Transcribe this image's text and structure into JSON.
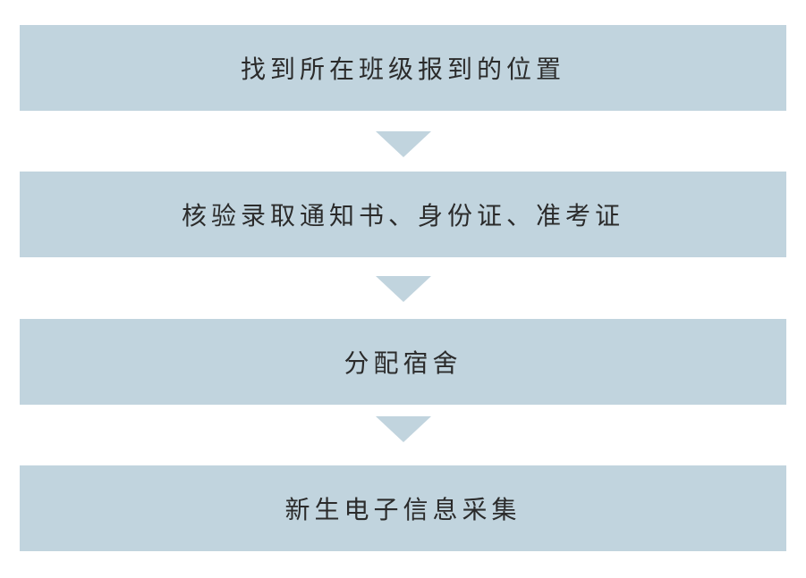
{
  "flowchart": {
    "steps": [
      {
        "label": "找到所在班级报到的位置"
      },
      {
        "label": "核验录取通知书、身份证、准考证"
      },
      {
        "label": "分配宿舍"
      },
      {
        "label": "新生电子信息采集"
      }
    ],
    "colors": {
      "box_fill": "#c1d4de",
      "arrow_fill": "#c1d4de",
      "text": "#2b2b2b",
      "background": "#ffffff"
    }
  }
}
